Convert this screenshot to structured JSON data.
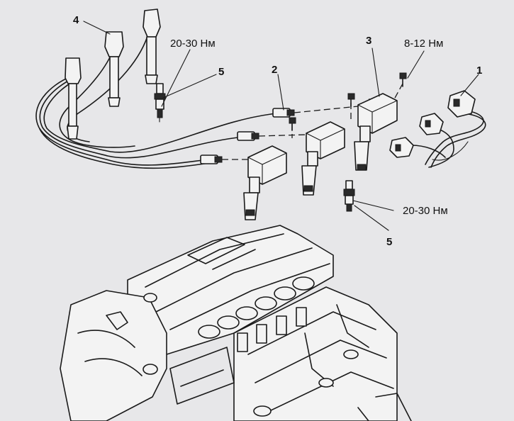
{
  "callouts": {
    "c1": "1",
    "c2": "2",
    "c3": "3",
    "c4": "4",
    "c5_top": "5",
    "c5_bottom": "5"
  },
  "torque": {
    "plug_top": "20-30 Нм",
    "coil_bolt": "8-12 Нм",
    "plug_bottom": "20-30 Нм"
  }
}
